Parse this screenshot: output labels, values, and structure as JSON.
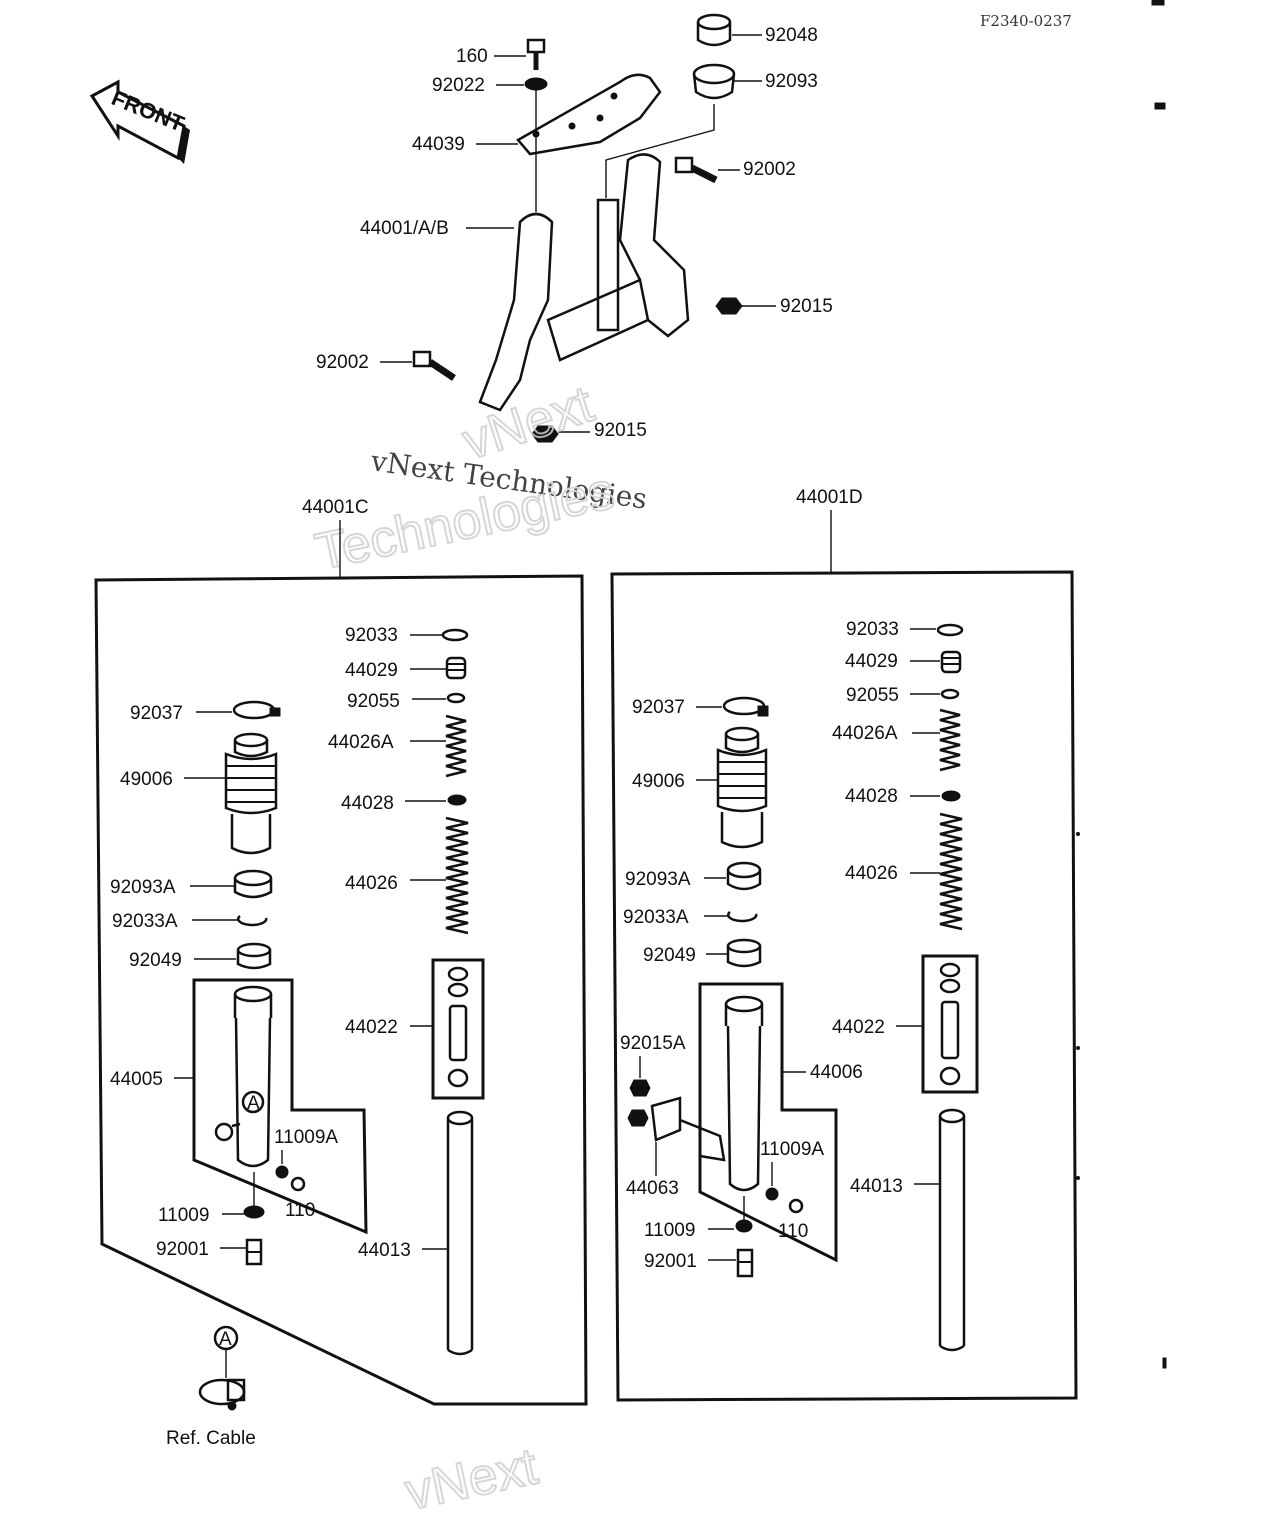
{
  "diagram_code": "F2340-0237",
  "front_arrow_text": "FRONT",
  "watermark": {
    "line1": "vNext Technologies",
    "line2": "vNext",
    "line3": "Technologies",
    "line4": "vNext"
  },
  "top_labels": {
    "bolt_160": "160",
    "washer_92022": "92022",
    "cap_92048": "92048",
    "seal_92093": "92093",
    "plate_44039": "44039",
    "bolt_92002_top": "92002",
    "bracket_44001": "44001/A/B",
    "nut_92015_right": "92015",
    "bolt_92002_left": "92002",
    "nut_92015_bottom": "92015"
  },
  "left_fork": {
    "assembly": "44001C",
    "labels": {
      "ring_92033": "92033",
      "plug_44029": "44029",
      "oring_92055": "92055",
      "spring_44026A": "44026A",
      "seat_44028": "44028",
      "spring_44026": "44026",
      "kit_44022": "44022",
      "tube_44013": "44013",
      "clamp_92037": "92037",
      "boot_49006": "49006",
      "seal_92093A": "92093A",
      "ring_92033A": "92033A",
      "bush_92049": "92049",
      "outer_44005": "44005",
      "gasket_11009A": "11009A",
      "screw_110": "110",
      "gasket_11009": "11009",
      "bolt_92001": "92001",
      "marker_A": "A"
    }
  },
  "right_fork": {
    "assembly": "44001D",
    "labels": {
      "ring_92033": "92033",
      "plug_44029": "44029",
      "oring_92055": "92055",
      "spring_44026A": "44026A",
      "seat_44028": "44028",
      "spring_44026": "44026",
      "kit_44022": "44022",
      "tube_44013": "44013",
      "clamp_92037": "92037",
      "boot_49006": "49006",
      "seal_92093A": "92093A",
      "ring_92033A": "92033A",
      "bush_92049": "92049",
      "nut_92015A": "92015A",
      "outer_44006": "44006",
      "bracket_44063": "44063",
      "gasket_11009A": "11009A",
      "screw_110": "110",
      "gasket_11009": "11009",
      "bolt_92001": "92001"
    }
  },
  "reference": {
    "marker": "A",
    "caption": "Ref.  Cable"
  }
}
